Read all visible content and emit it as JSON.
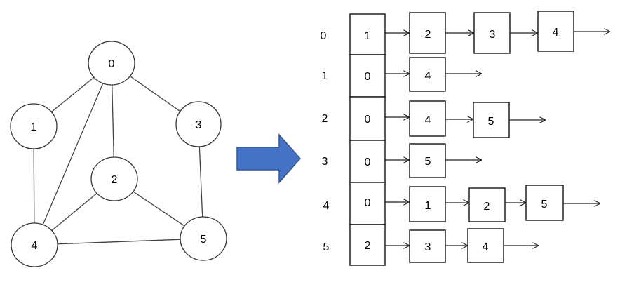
{
  "graph": {
    "nodes": [
      {
        "id": "0",
        "label": "0"
      },
      {
        "id": "1",
        "label": "1"
      },
      {
        "id": "2",
        "label": "2"
      },
      {
        "id": "3",
        "label": "3"
      },
      {
        "id": "4",
        "label": "4"
      },
      {
        "id": "5",
        "label": "5"
      }
    ],
    "edges": [
      [
        "0",
        "1"
      ],
      [
        "0",
        "2"
      ],
      [
        "0",
        "3"
      ],
      [
        "0",
        "4"
      ],
      [
        "1",
        "4"
      ],
      [
        "2",
        "4"
      ],
      [
        "2",
        "5"
      ],
      [
        "3",
        "5"
      ],
      [
        "4",
        "5"
      ]
    ]
  },
  "arrow_color": "#4472c4",
  "adjacency": {
    "rows": [
      {
        "vertex": "0",
        "head": "1",
        "list": [
          "2",
          "3",
          "4"
        ]
      },
      {
        "vertex": "1",
        "head": "0",
        "list": [
          "4"
        ]
      },
      {
        "vertex": "2",
        "head": "0",
        "list": [
          "4",
          "5"
        ]
      },
      {
        "vertex": "3",
        "head": "0",
        "list": [
          "5"
        ]
      },
      {
        "vertex": "4",
        "head": "0",
        "list": [
          "1",
          "2",
          "5"
        ]
      },
      {
        "vertex": "5",
        "head": "2",
        "list": [
          "3",
          "4"
        ]
      }
    ]
  }
}
